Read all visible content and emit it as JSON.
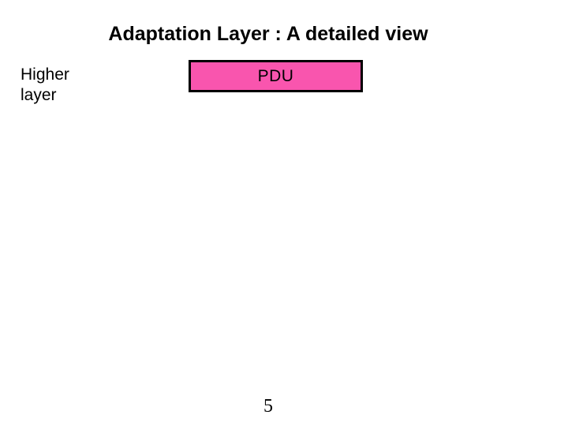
{
  "slide": {
    "title": "Adaptation Layer : A detailed view",
    "background_color": "#ffffff",
    "text_color": "#000000",
    "page_number": "5"
  },
  "labels": {
    "higher_layer_line1": "Higher",
    "higher_layer_line2": "layer"
  },
  "pdu_box": {
    "label": "PDU",
    "fill_color": "#F955AE",
    "border_color": "#000000"
  }
}
